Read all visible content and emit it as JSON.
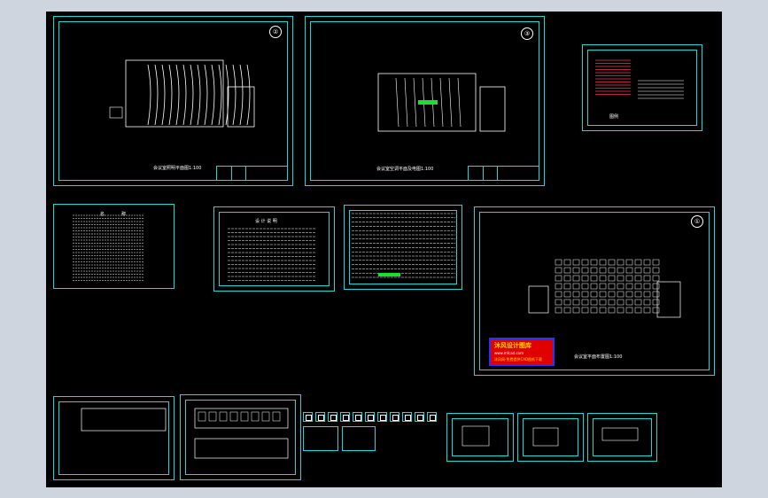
{
  "viewer": {
    "background_color": "#cfd5de",
    "canvas_color": "#000000",
    "sheet_border_color": "#1fd6d6"
  },
  "sheets": {
    "plan_upper_left": {
      "number": "②",
      "caption": "会议室照明平面图1:100"
    },
    "plan_upper_mid": {
      "number": "③",
      "caption": "会议室空调平面及电图1:100"
    },
    "legend_sheet": {
      "caption": "图例"
    },
    "materials_table": {
      "headers": [
        "名",
        "称"
      ]
    },
    "design_notes": {
      "title": "设 计 说 明"
    },
    "construction_notes": {},
    "plan_right": {
      "number": "①",
      "caption": "会议室平面布置图1:100"
    }
  },
  "watermark": {
    "line1": "沐风设计图库",
    "line2": "www.mfcad.com",
    "line3": "沐风网-免费提供CAD图纸下载"
  },
  "icons": [
    "drawing-sheet-icon",
    "toolbar-icon"
  ]
}
